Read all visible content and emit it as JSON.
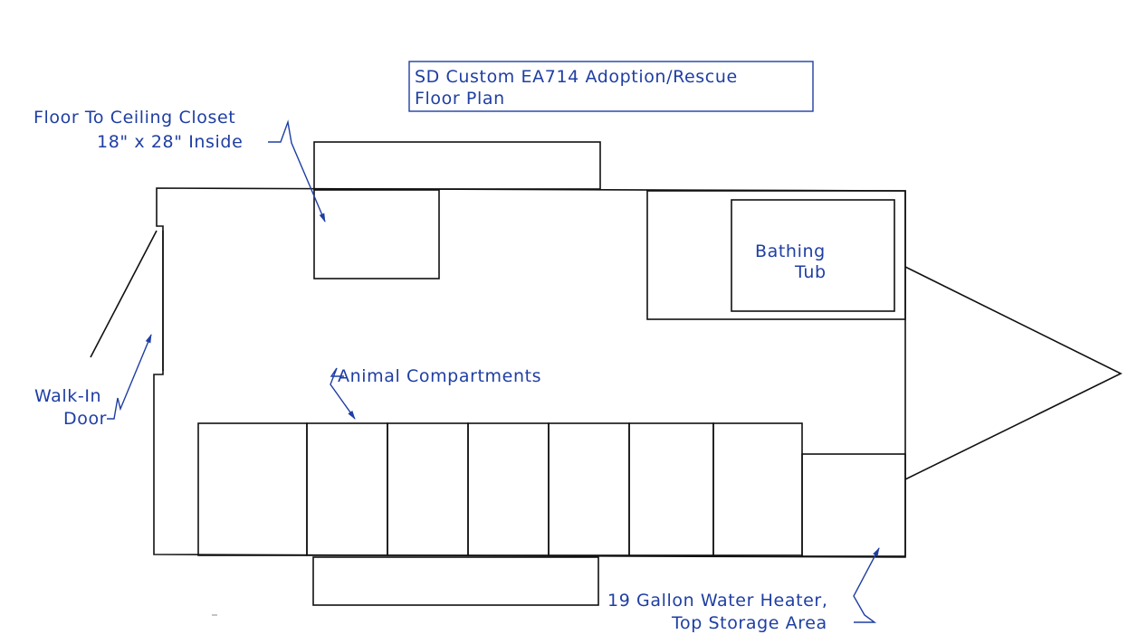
{
  "title": {
    "line1": "SD Custom EA714 Adoption/Rescue",
    "line2": "Floor Plan"
  },
  "labels": {
    "closet_line1": "Floor To Ceiling Closet",
    "closet_line2": "18\" x 28\" Inside",
    "bathing_line1": "Bathing",
    "bathing_line2": "Tub",
    "animal_compartments": "Animal Compartments",
    "door_line1": "Walk-In",
    "door_line2": "Door",
    "heater_line1": "19 Gallon Water Heater,",
    "heater_line2": "Top Storage Area"
  },
  "colors": {
    "annotation": "#1f3ea3",
    "linework": "#111111"
  }
}
